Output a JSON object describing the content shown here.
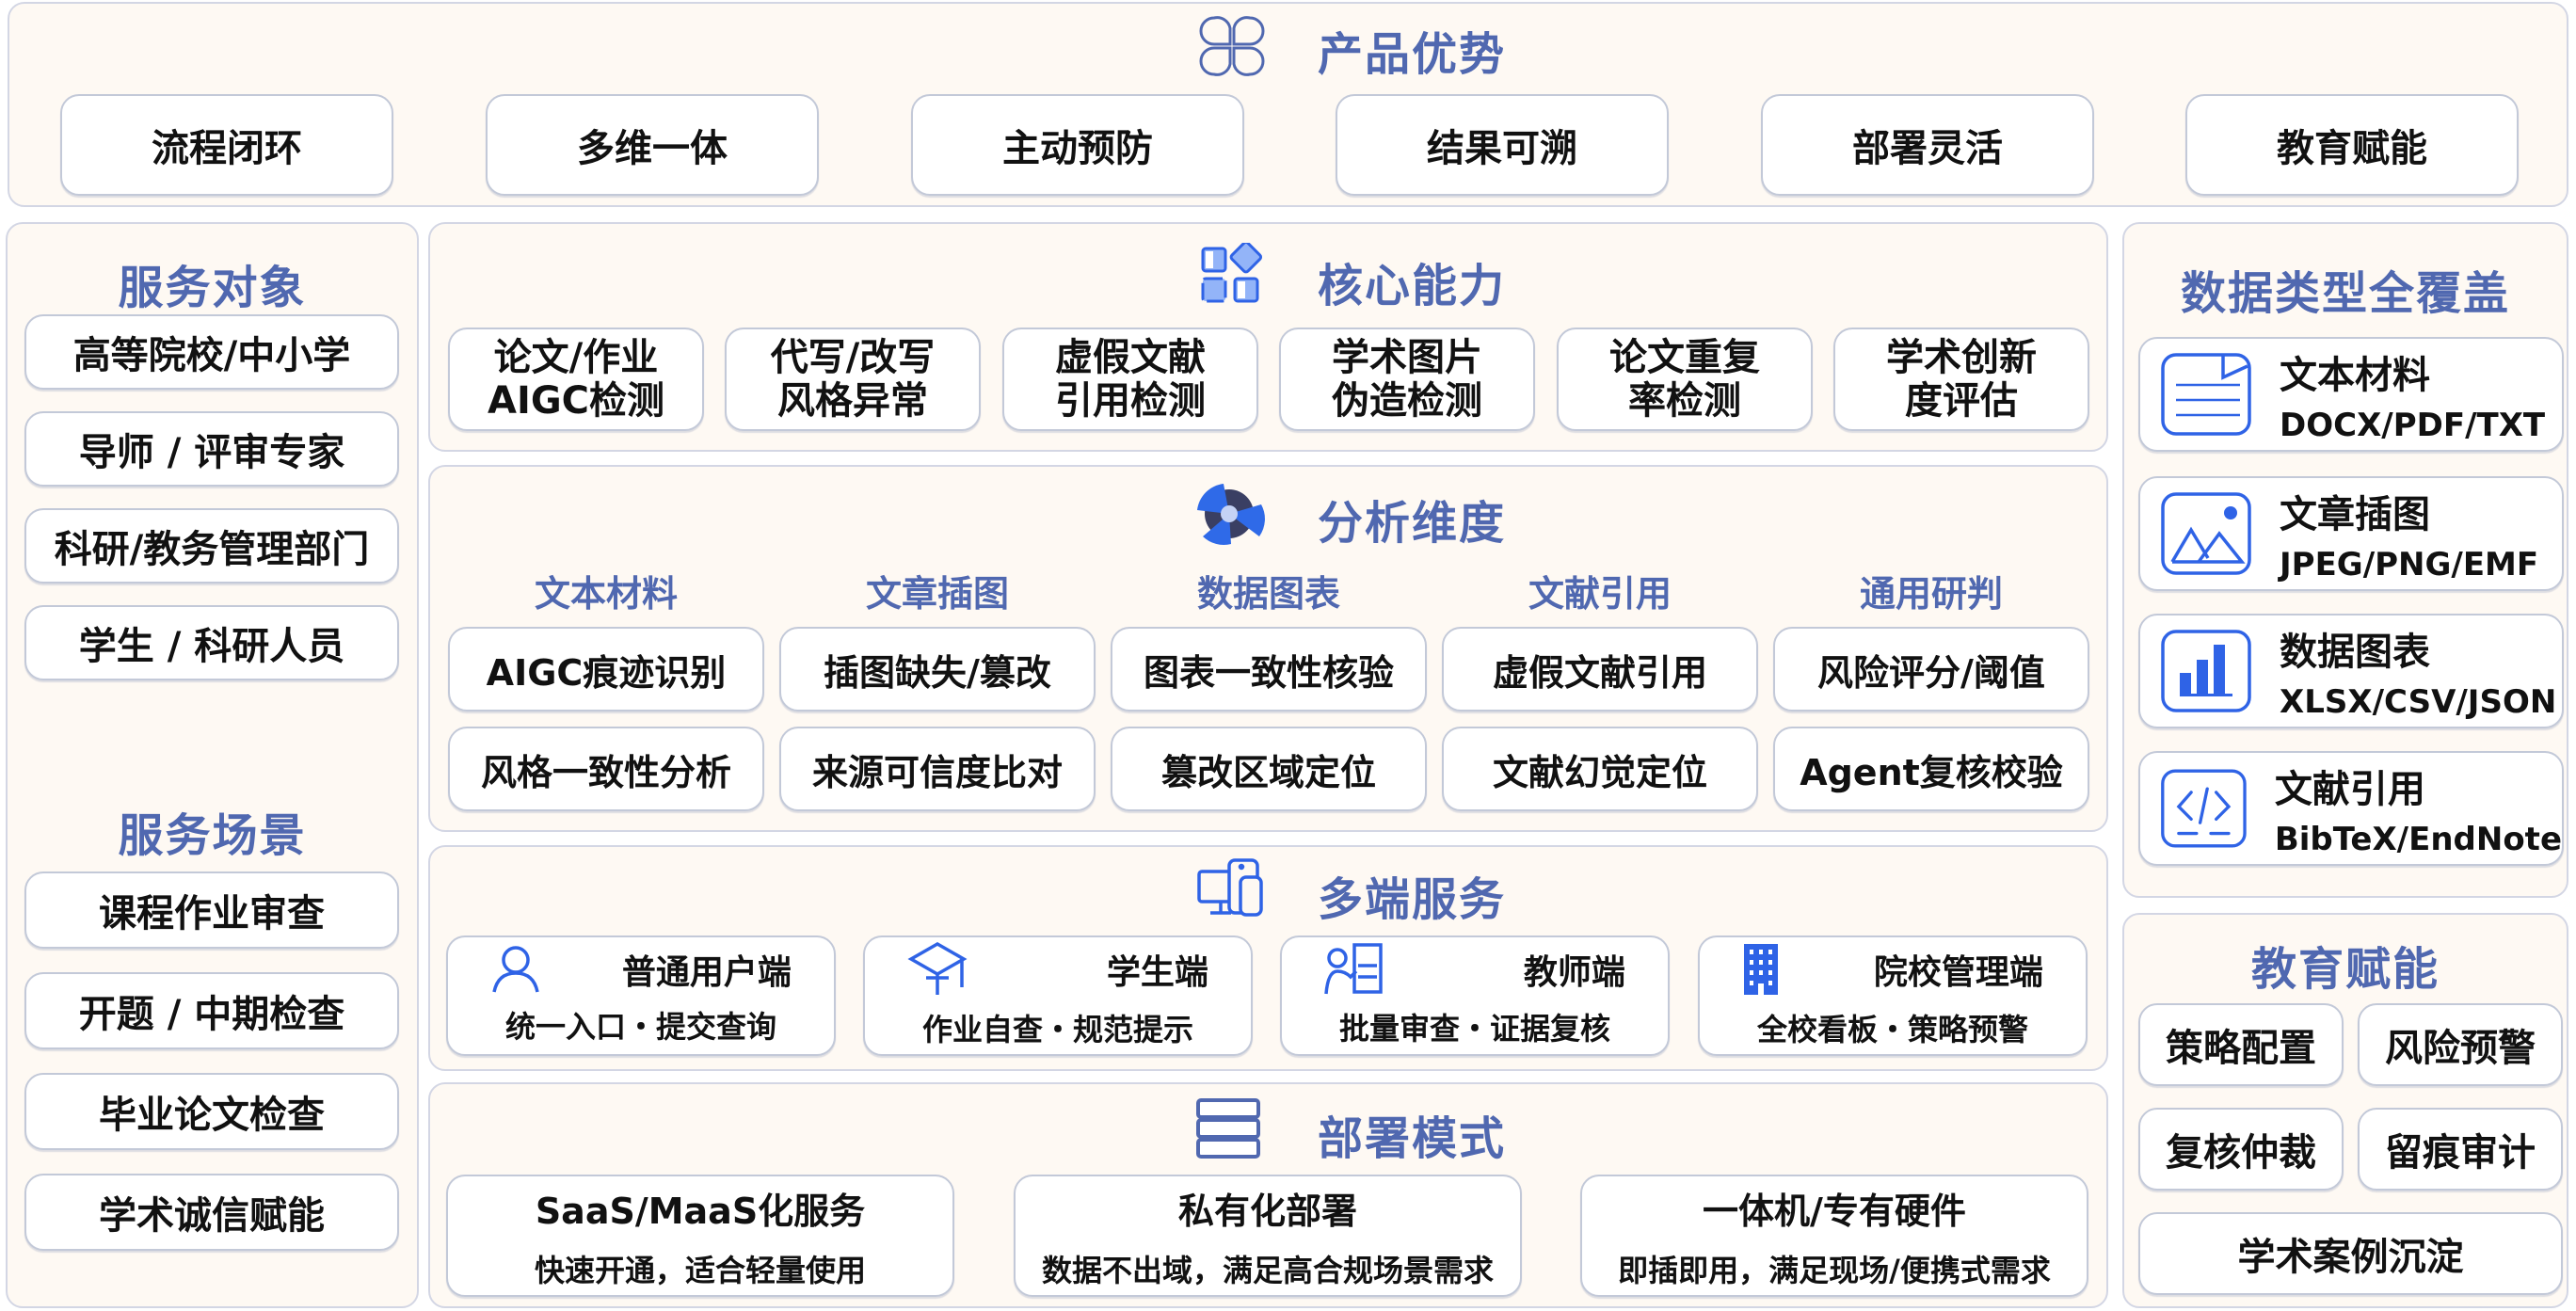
{
  "advantages": {
    "title": "产品优势",
    "icon": "four-petal-icon",
    "items": [
      "流程闭环",
      "多维一体",
      "主动预防",
      "结果可溯",
      "部署灵活",
      "教育赋能"
    ]
  },
  "service_targets": {
    "title": "服务对象",
    "items": [
      "高等院校/中小学",
      "导师 / 评审专家",
      "科研/教务管理部门",
      "学生 / 科研人员"
    ]
  },
  "service_scenarios": {
    "title": "服务场景",
    "items": [
      "课程作业审查",
      "开题 / 中期检查",
      "毕业论文检查",
      "学术诚信赋能"
    ]
  },
  "core_capabilities": {
    "title": "核心能力",
    "icon": "blocks-icon",
    "items": [
      {
        "line1": "论文/作业",
        "line2": "AIGC检测"
      },
      {
        "line1": "代写/改写",
        "line2": "风格异常"
      },
      {
        "line1": "虚假文献",
        "line2": "引用检测"
      },
      {
        "line1": "学术图片",
        "line2": "伪造检测"
      },
      {
        "line1": "论文重复",
        "line2": "率检测"
      },
      {
        "line1": "学术创新",
        "line2": "度评估"
      }
    ]
  },
  "analysis_dimensions": {
    "title": "分析维度",
    "icon": "fan-icon",
    "columns": [
      {
        "header": "文本材料",
        "items": [
          "AIGC痕迹识别",
          "风格一致性分析"
        ]
      },
      {
        "header": "文章插图",
        "items": [
          "插图缺失/篡改",
          "来源可信度比对"
        ]
      },
      {
        "header": "数据图表",
        "items": [
          "图表一致性核验",
          "篡改区域定位"
        ]
      },
      {
        "header": "文献引用",
        "items": [
          "虚假文献引用",
          "文献幻觉定位"
        ]
      },
      {
        "header": "通用研判",
        "items": [
          "风险评分/阈值",
          "Agent复核校验"
        ]
      }
    ]
  },
  "multi_terminal": {
    "title": "多端服务",
    "icon": "devices-icon",
    "items": [
      {
        "name": "普通用户端",
        "desc": "统一入口・提交查询",
        "icon": "user-icon"
      },
      {
        "name": "学生端",
        "desc": "作业自查・规范提示",
        "icon": "graduation-cap-icon"
      },
      {
        "name": "教师端",
        "desc": "批量审查・证据复核",
        "icon": "teacher-board-icon"
      },
      {
        "name": "院校管理端",
        "desc": "全校看板・策略预警",
        "icon": "building-icon"
      }
    ]
  },
  "deployment": {
    "title": "部署模式",
    "icon": "server-stack-icon",
    "items": [
      {
        "name": "SaaS/MaaS化服务",
        "desc": "快速开通，适合轻量使用"
      },
      {
        "name": "私有化部署",
        "desc": "数据不出域，满足高合规场景需求"
      },
      {
        "name": "一体机/专有硬件",
        "desc": "即插即用，满足现场/便携式需求"
      }
    ]
  },
  "data_types": {
    "title": "数据类型全覆盖",
    "items": [
      {
        "name": "文本材料",
        "formats": "DOCX/PDF/TXT",
        "icon": "document-icon"
      },
      {
        "name": "文章插图",
        "formats": "JPEG/PNG/EMF",
        "icon": "image-icon"
      },
      {
        "name": "数据图表",
        "formats": "XLSX/CSV/JSON",
        "icon": "bar-chart-icon"
      },
      {
        "name": "文献引用",
        "formats": "BibTeX/EndNote",
        "icon": "code-icon"
      }
    ]
  },
  "education": {
    "title": "教育赋能",
    "items": [
      "策略配置",
      "风险预警",
      "复核仲裁",
      "留痕审计",
      "学术案例沉淀"
    ]
  },
  "colors": {
    "title_blue": "#5068b0",
    "icon_blue": "#2f63e6",
    "panel_bg": "#fef9f3",
    "card_border": "#c3c9d8"
  }
}
